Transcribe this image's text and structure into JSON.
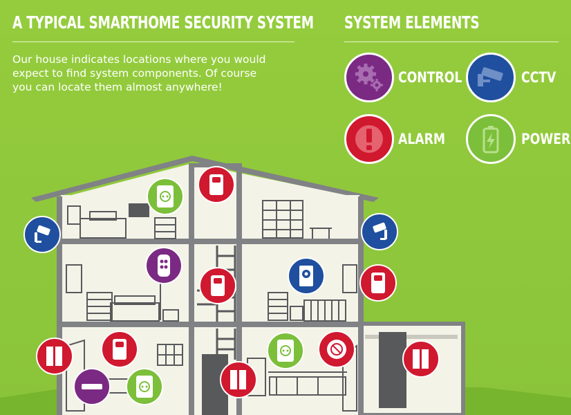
{
  "header": {
    "main_title": "A TYPICAL SMARTHOME SECURITY SYSTEM",
    "elements_title": "SYSTEM ELEMENTS"
  },
  "intro_text": "Our house indicates locations where you would expect to find system components. Of course you can locate them almost anywhere!",
  "legend": [
    {
      "label": "CONTROL",
      "color": "#7b2a83",
      "icon": "gears-icon"
    },
    {
      "label": "CCTV",
      "color": "#1f4f9e",
      "icon": "camera-icon"
    },
    {
      "label": "ALARM",
      "color": "#d0182f",
      "icon": "exclamation-icon"
    },
    {
      "label": "POWER",
      "color": "#7cbf3a",
      "icon": "battery-icon"
    }
  ],
  "colors": {
    "background": "#8cc63f",
    "house_wall": "#f3f3e8",
    "house_frame": "#808285"
  }
}
